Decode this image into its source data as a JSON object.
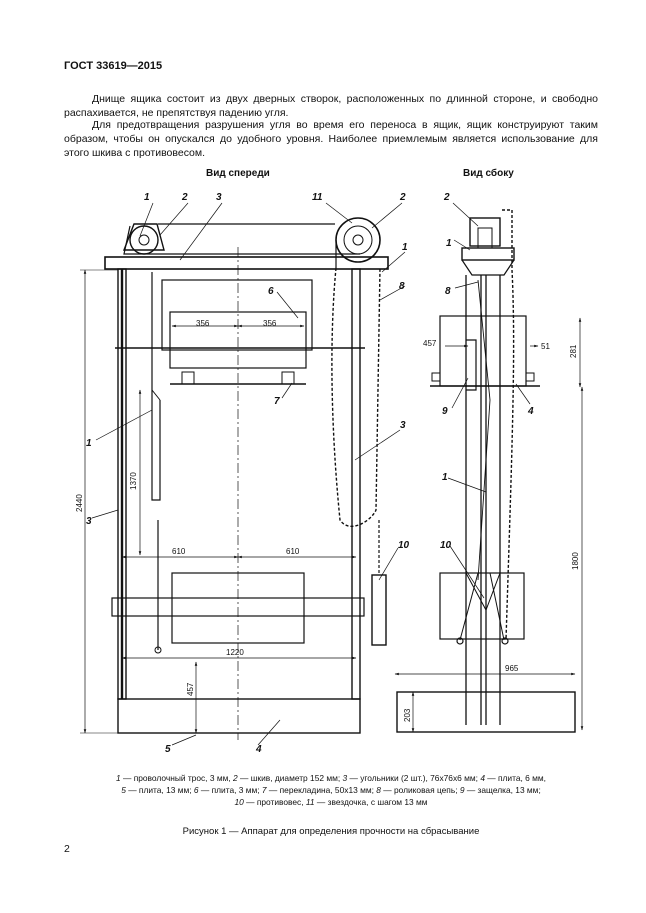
{
  "header": "ГОСТ 33619—2015",
  "paragraphs": [
    "Днище ящика состоит из двух дверных створок, расположенных по длинной стороне, и свободно распахивается, не препятствуя падению угля.",
    "Для предотвращения разрушения угля во время его переноса в ящик, ящик конструируют таким образом, чтобы он опускался до удобного уровня. Наиболее приемлемым является использование для этого шкива с противовесом."
  ],
  "views": {
    "front": "Вид спереди",
    "side": "Вид сбоку"
  },
  "dims": {
    "d356a": "356",
    "d356b": "356",
    "d610a": "610",
    "d610b": "610",
    "d1220": "1220",
    "d1370": "1370",
    "d2440": "2440",
    "d457": "457",
    "d457s": "457",
    "d51": "51",
    "d281": "281",
    "d1800": "1800",
    "d965": "965",
    "d203": "203"
  },
  "labels": {
    "n1": "1",
    "n2": "2",
    "n3": "3",
    "n4": "4",
    "n5": "5",
    "n6": "6",
    "n7": "7",
    "n8": "8",
    "n9": "9",
    "n10": "10",
    "n11": "11"
  },
  "legend": [
    [
      [
        "1",
        " — проволочный трос, 3 мм, "
      ],
      [
        "2",
        " — шкив, диаметр 152 мм; "
      ],
      [
        "3",
        " — угольники (2 шт.), 76х76х6 мм; "
      ],
      [
        "4",
        " — плита, 6 мм,"
      ]
    ],
    [
      [
        "5",
        " — плита, 13 мм; "
      ],
      [
        "6",
        " — плита, 3 мм; "
      ],
      [
        "7",
        " — перекладина, 50х13 мм; "
      ],
      [
        "8",
        " — роликовая цепь; "
      ],
      [
        "9",
        " — защелка, 13 мм;"
      ]
    ],
    [
      [
        "10",
        " — противовес, "
      ],
      [
        "11",
        " — звездочка, с шагом 13 мм"
      ]
    ]
  ],
  "caption": "Рисунок 1 — Аппарат для определения прочности на сбрасывание",
  "page_number": "2"
}
